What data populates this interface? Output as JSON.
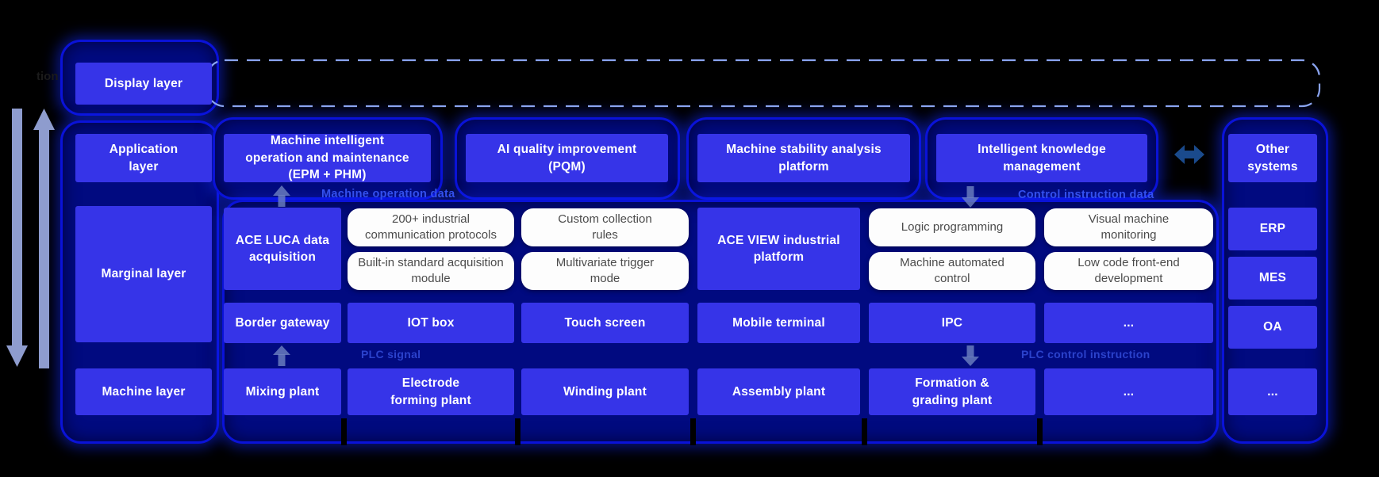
{
  "labels": {
    "cut_text": "tion",
    "machine_operation_data": "Machine operation data",
    "control_instruction_data": "Control instruction data",
    "plc_signal": "PLC signal",
    "plc_control_instruction": "PLC control instruction"
  },
  "layer_column": {
    "display": "Display layer",
    "application": "Application layer",
    "marginal": "Marginal layer",
    "machine": "Machine layer"
  },
  "application_row": {
    "epm_phm": "Machine intelligent operation and maintenance (EPM + PHM)",
    "pqm": "AI quality improvement (PQM)",
    "stability": "Machine stability analysis platform",
    "knowledge": "Intelligent knowledge management",
    "other_systems": "Other systems"
  },
  "marginal_row": {
    "ace_luca": "ACE LUCA data acquisition",
    "protocols": "200+ industrial communication protocols",
    "builtin_module": "Built-in standard acquisition module",
    "custom_rules": "Custom collection rules",
    "trigger_mode": "Multivariate trigger mode",
    "ace_view": "ACE VIEW industrial platform",
    "logic_programming": "Logic programming",
    "auto_control": "Machine automated control",
    "visual_monitoring": "Visual machine monitoring",
    "low_code": "Low code front-end development"
  },
  "device_row": {
    "border_gateway": "Border gateway",
    "iot_box": "IOT box",
    "touch_screen": "Touch screen",
    "mobile_terminal": "Mobile terminal",
    "ipc": "IPC",
    "ellipsis": "..."
  },
  "machine_row": {
    "mixing": "Mixing plant",
    "electrode": "Electrode forming plant",
    "winding": "Winding plant",
    "assembly": "Assembly plant",
    "formation": "Formation & grading plant",
    "ellipsis1": "...",
    "ellipsis2": "..."
  },
  "external_systems": {
    "erp": "ERP",
    "mes": "MES",
    "oa": "OA",
    "ellipsis": "..."
  },
  "colors": {
    "background": "#000000",
    "box_blue": "#3634e8",
    "container_navy": "#010a80",
    "container_border": "#0a12d8",
    "white_box_bg": "#fdfdfd",
    "white_box_text": "#4b4b4b",
    "flow_label_blue": "#3350ee",
    "plc_label_blue": "#2b42cc",
    "gray_arrow": "#8e9cce",
    "dashed_outline": "#8aa4f0",
    "link_arrow": "#1a4a8c"
  }
}
